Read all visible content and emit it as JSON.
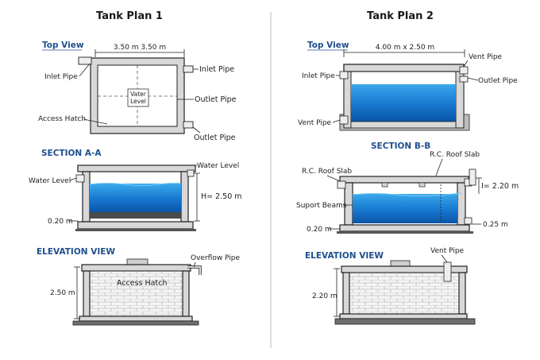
{
  "plan1": {
    "title": "Tank Plan 1",
    "top_view": {
      "heading": "Top View",
      "dims": "3.50 m  3.50 m",
      "inlet_pipe_left": "Inlet Pipe",
      "inlet_pipe_right": "Inlet Pipe",
      "water_level_line1": "Vater",
      "water_level_line2": "Level",
      "outlet_pipe_1": "Outlet Pipe",
      "outlet_pipe_2": "Outlet Pipe",
      "access_hatch": "Access Hatch"
    },
    "section": {
      "heading": "SECTION A-A",
      "water_level_right": "Water Level",
      "water_level_left": "Water Level",
      "height": "H= 2.50 m",
      "base": "0.20 m"
    },
    "elevation": {
      "heading": "ELEVATION VIEW",
      "overflow_pipe": "Overflow Pipe",
      "access_hatch": "Access Hatch",
      "height": "2.50 m"
    }
  },
  "plan2": {
    "title": "Tank Plan 2",
    "top_view": {
      "heading": "Top View",
      "dims": "4.00 m x 2.50 m",
      "vent_pipe_top": "Vent Pipe",
      "inlet_pipe": "Inlet Pipe",
      "outlet_pipe": "Outlet Pipe",
      "vent_pipe_left": "Vent Pipe"
    },
    "section": {
      "heading": "SECTION B-B",
      "roof_slab_right": "R.C. Roof Slab",
      "roof_slab_left": "R.C. Roof Slab",
      "height": "I= 2.20 m",
      "support_beams": "Suport Beams",
      "base": "0.20 m",
      "wall": "0.25 m"
    },
    "elevation": {
      "heading": "ELEVATION VIEW",
      "vent_pipe": "Vent Pipe",
      "height": "2.20 m"
    }
  },
  "colors": {
    "heading_blue": "#1f4f8f",
    "water_light": "#2d9be0",
    "water_dark": "#0b5fb0",
    "wall_gray": "#d8d8d8"
  }
}
